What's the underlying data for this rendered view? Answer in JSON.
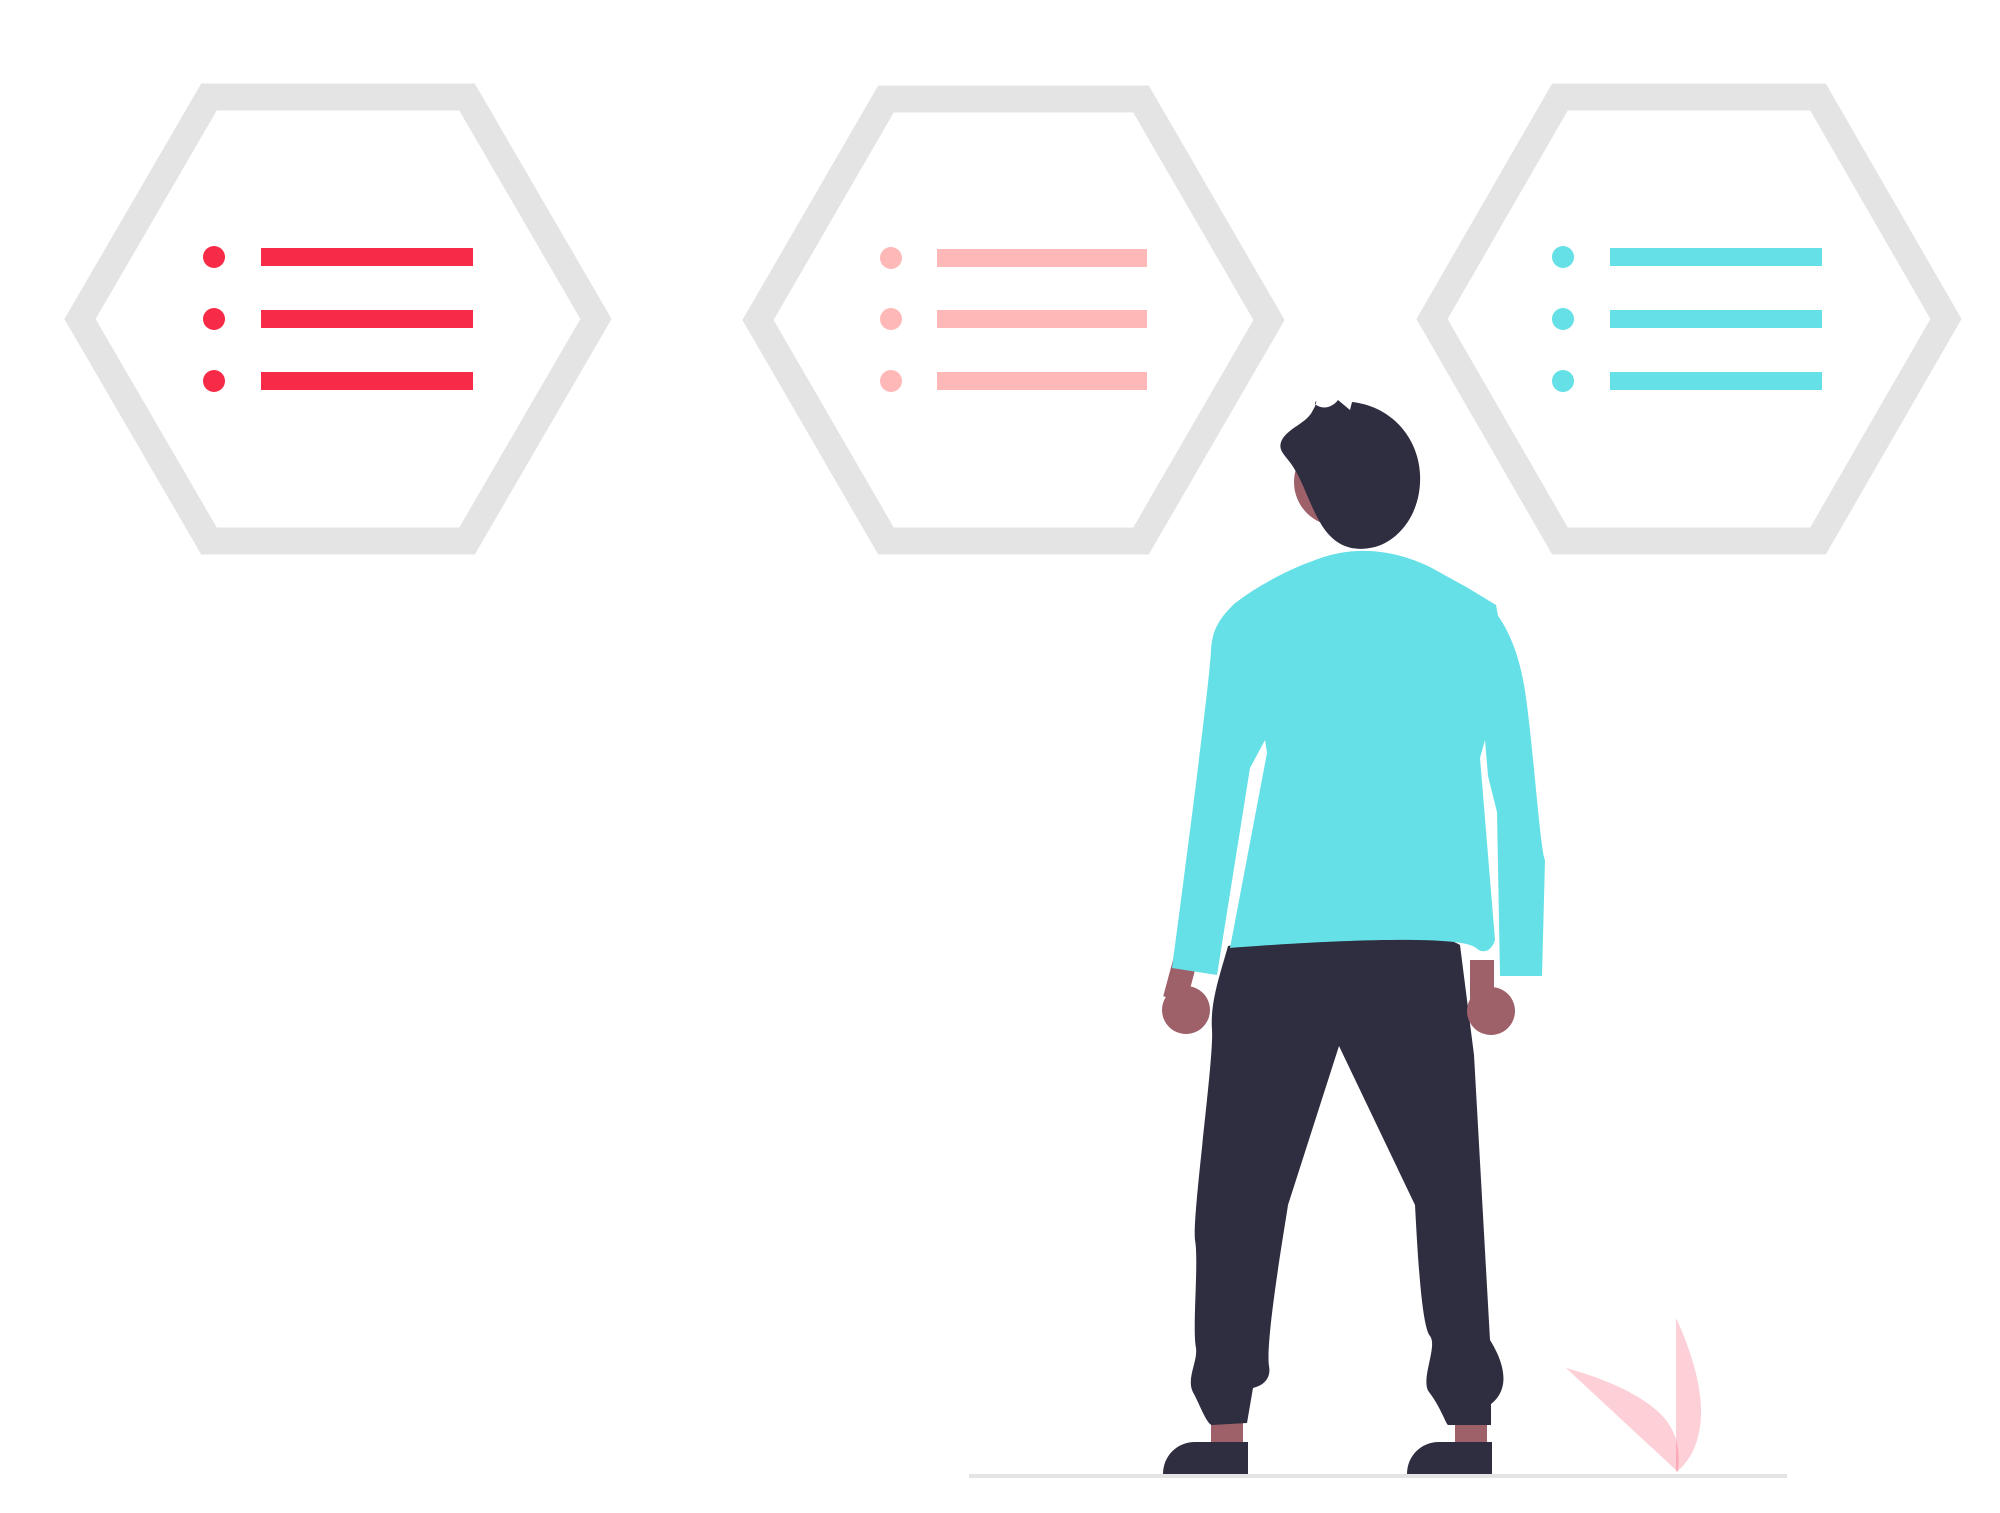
{
  "colors": {
    "hexagon_outline": "#e4e4e4",
    "list_red": "#f72a47",
    "list_pink": "#ffb8b8",
    "list_cyan": "#64e0e6",
    "skin": "#9e616a",
    "hair_and_pants": "#2f2e41",
    "shirt": "#64e0e6",
    "plant": "#f72a47",
    "ground": "#e4e4e4"
  },
  "icons": {
    "hexagon_left": "bulleted-list-icon",
    "hexagon_middle": "bulleted-list-icon",
    "hexagon_right": "bulleted-list-icon",
    "person": "person-figure",
    "plant": "leaf-plant"
  },
  "scene": {
    "hexagon_count": 3,
    "list_rows_per_hexagon": 3
  }
}
